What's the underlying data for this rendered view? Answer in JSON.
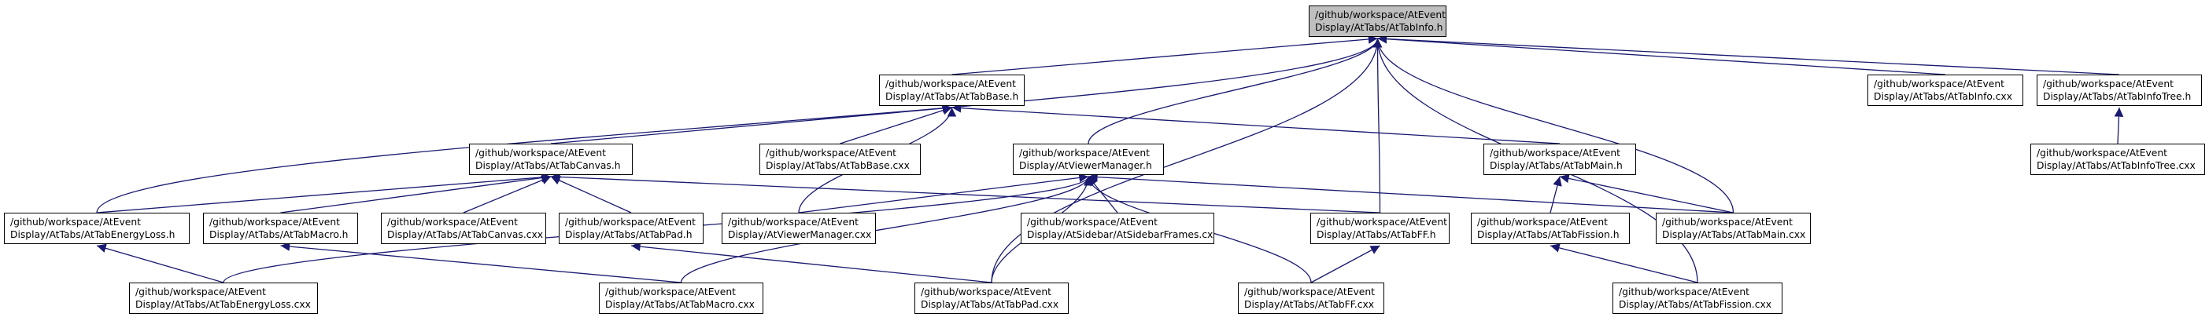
{
  "graph": {
    "colors": {
      "edge": "#191970",
      "root_fill": "#bfbfbf",
      "node_fill": "#ffffff",
      "border": "#000000"
    },
    "nodes": {
      "root": {
        "line1": "/github/workspace/AtEvent",
        "line2": "Display/AtTabs/AtTabInfo.h"
      },
      "tabbase_h": {
        "line1": "/github/workspace/AtEvent",
        "line2": "Display/AtTabs/AtTabBase.h"
      },
      "tabinfo_cxx": {
        "line1": "/github/workspace/AtEvent",
        "line2": "Display/AtTabs/AtTabInfo.cxx"
      },
      "tabinfotree_h": {
        "line1": "/github/workspace/AtEvent",
        "line2": "Display/AtTabs/AtTabInfoTree.h"
      },
      "tabinfotree_cxx": {
        "line1": "/github/workspace/AtEvent",
        "line2": "Display/AtTabs/AtTabInfoTree.cxx"
      },
      "tabcanvas_h": {
        "line1": "/github/workspace/AtEvent",
        "line2": "Display/AtTabs/AtTabCanvas.h"
      },
      "tabbase_cxx": {
        "line1": "/github/workspace/AtEvent",
        "line2": "Display/AtTabs/AtTabBase.cxx"
      },
      "viewermanager_h": {
        "line1": "/github/workspace/AtEvent",
        "line2": "Display/AtViewerManager.h"
      },
      "tabmain_h": {
        "line1": "/github/workspace/AtEvent",
        "line2": "Display/AtTabs/AtTabMain.h"
      },
      "tabenergyloss_h": {
        "line1": "/github/workspace/AtEvent",
        "line2": "Display/AtTabs/AtTabEnergyLoss.h"
      },
      "tabmacro_h": {
        "line1": "/github/workspace/AtEvent",
        "line2": "Display/AtTabs/AtTabMacro.h"
      },
      "tabcanvas_cxx": {
        "line1": "/github/workspace/AtEvent",
        "line2": "Display/AtTabs/AtTabCanvas.cxx"
      },
      "tabpad_h": {
        "line1": "/github/workspace/AtEvent",
        "line2": "Display/AtTabs/AtTabPad.h"
      },
      "viewermanager_cxx": {
        "line1": "/github/workspace/AtEvent",
        "line2": "Display/AtViewerManager.cxx"
      },
      "sidebarframes_cxx": {
        "line1": "/github/workspace/AtEvent",
        "line2": "Display/AtSidebar/AtSidebarFrames.cxx"
      },
      "tabff_h": {
        "line1": "/github/workspace/AtEvent",
        "line2": "Display/AtTabs/AtTabFF.h"
      },
      "tabfission_h": {
        "line1": "/github/workspace/AtEvent",
        "line2": "Display/AtTabs/AtTabFission.h"
      },
      "tabmain_cxx": {
        "line1": "/github/workspace/AtEvent",
        "line2": "Display/AtTabs/AtTabMain.cxx"
      },
      "tabenergyloss_cxx": {
        "line1": "/github/workspace/AtEvent",
        "line2": "Display/AtTabs/AtTabEnergyLoss.cxx"
      },
      "tabmacro_cxx": {
        "line1": "/github/workspace/AtEvent",
        "line2": "Display/AtTabs/AtTabMacro.cxx"
      },
      "tabpad_cxx": {
        "line1": "/github/workspace/AtEvent",
        "line2": "Display/AtTabs/AtTabPad.cxx"
      },
      "tabff_cxx": {
        "line1": "/github/workspace/AtEvent",
        "line2": "Display/AtTabs/AtTabFF.cxx"
      },
      "tabfission_cxx": {
        "line1": "/github/workspace/AtEvent",
        "line2": "Display/AtTabs/AtTabFission.cxx"
      }
    },
    "edges": [
      [
        "tabbase_h",
        "root"
      ],
      [
        "tabinfo_cxx",
        "root"
      ],
      [
        "tabinfotree_h",
        "root"
      ],
      [
        "tabenergyloss_h",
        "root"
      ],
      [
        "viewermanager_h",
        "root"
      ],
      [
        "tabff_h",
        "root"
      ],
      [
        "tabpad_cxx",
        "root"
      ],
      [
        "tabmain_cxx",
        "root"
      ],
      [
        "tabfission_cxx",
        "root"
      ],
      [
        "tabinfotree_cxx",
        "tabinfotree_h"
      ],
      [
        "tabcanvas_h",
        "tabbase_h"
      ],
      [
        "tabbase_cxx",
        "tabbase_h"
      ],
      [
        "tabmain_h",
        "tabbase_h"
      ],
      [
        "viewermanager_cxx",
        "tabbase_h"
      ],
      [
        "tabenergyloss_h",
        "tabcanvas_h"
      ],
      [
        "tabmacro_h",
        "tabcanvas_h"
      ],
      [
        "tabcanvas_cxx",
        "tabcanvas_h"
      ],
      [
        "tabpad_h",
        "tabcanvas_h"
      ],
      [
        "tabff_h",
        "tabcanvas_h"
      ],
      [
        "viewermanager_cxx",
        "viewermanager_h"
      ],
      [
        "sidebarframes_cxx",
        "viewermanager_h"
      ],
      [
        "tabenergyloss_cxx",
        "viewermanager_h"
      ],
      [
        "tabmacro_cxx",
        "viewermanager_h"
      ],
      [
        "tabpad_cxx",
        "viewermanager_h"
      ],
      [
        "tabff_cxx",
        "viewermanager_h"
      ],
      [
        "tabmain_cxx",
        "viewermanager_h"
      ],
      [
        "tabfission_h",
        "tabmain_h"
      ],
      [
        "tabmain_cxx",
        "tabmain_h"
      ],
      [
        "tabenergyloss_cxx",
        "tabenergyloss_h"
      ],
      [
        "tabmacro_cxx",
        "tabmacro_h"
      ],
      [
        "tabpad_cxx",
        "tabpad_h"
      ],
      [
        "tabff_cxx",
        "tabff_h"
      ],
      [
        "tabfission_cxx",
        "tabfission_h"
      ]
    ]
  }
}
